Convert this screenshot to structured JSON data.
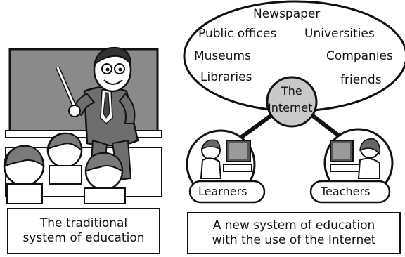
{
  "left_panel": {
    "illustration": "teacher-classroom-illustration",
    "caption_line1": "The traditional",
    "caption_line2": "system of education"
  },
  "right_panel": {
    "resources": {
      "newspaper": "Newspaper",
      "public_offices": "Public offices",
      "universities": "Universities",
      "museums": "Museums",
      "companies": "Companies",
      "libraries": "Libraries",
      "friends": "friends"
    },
    "hub_line1": "The",
    "hub_line2": "Internet",
    "learners": "Learners",
    "teachers": "Teachers",
    "caption_line1": "A new system of education",
    "caption_line2": "with the use of the Internet"
  },
  "colors": {
    "ink": "#111111",
    "chalkboard": "#8a8a8a",
    "hub": "#c9c9c9",
    "paper": "#ffffff"
  }
}
